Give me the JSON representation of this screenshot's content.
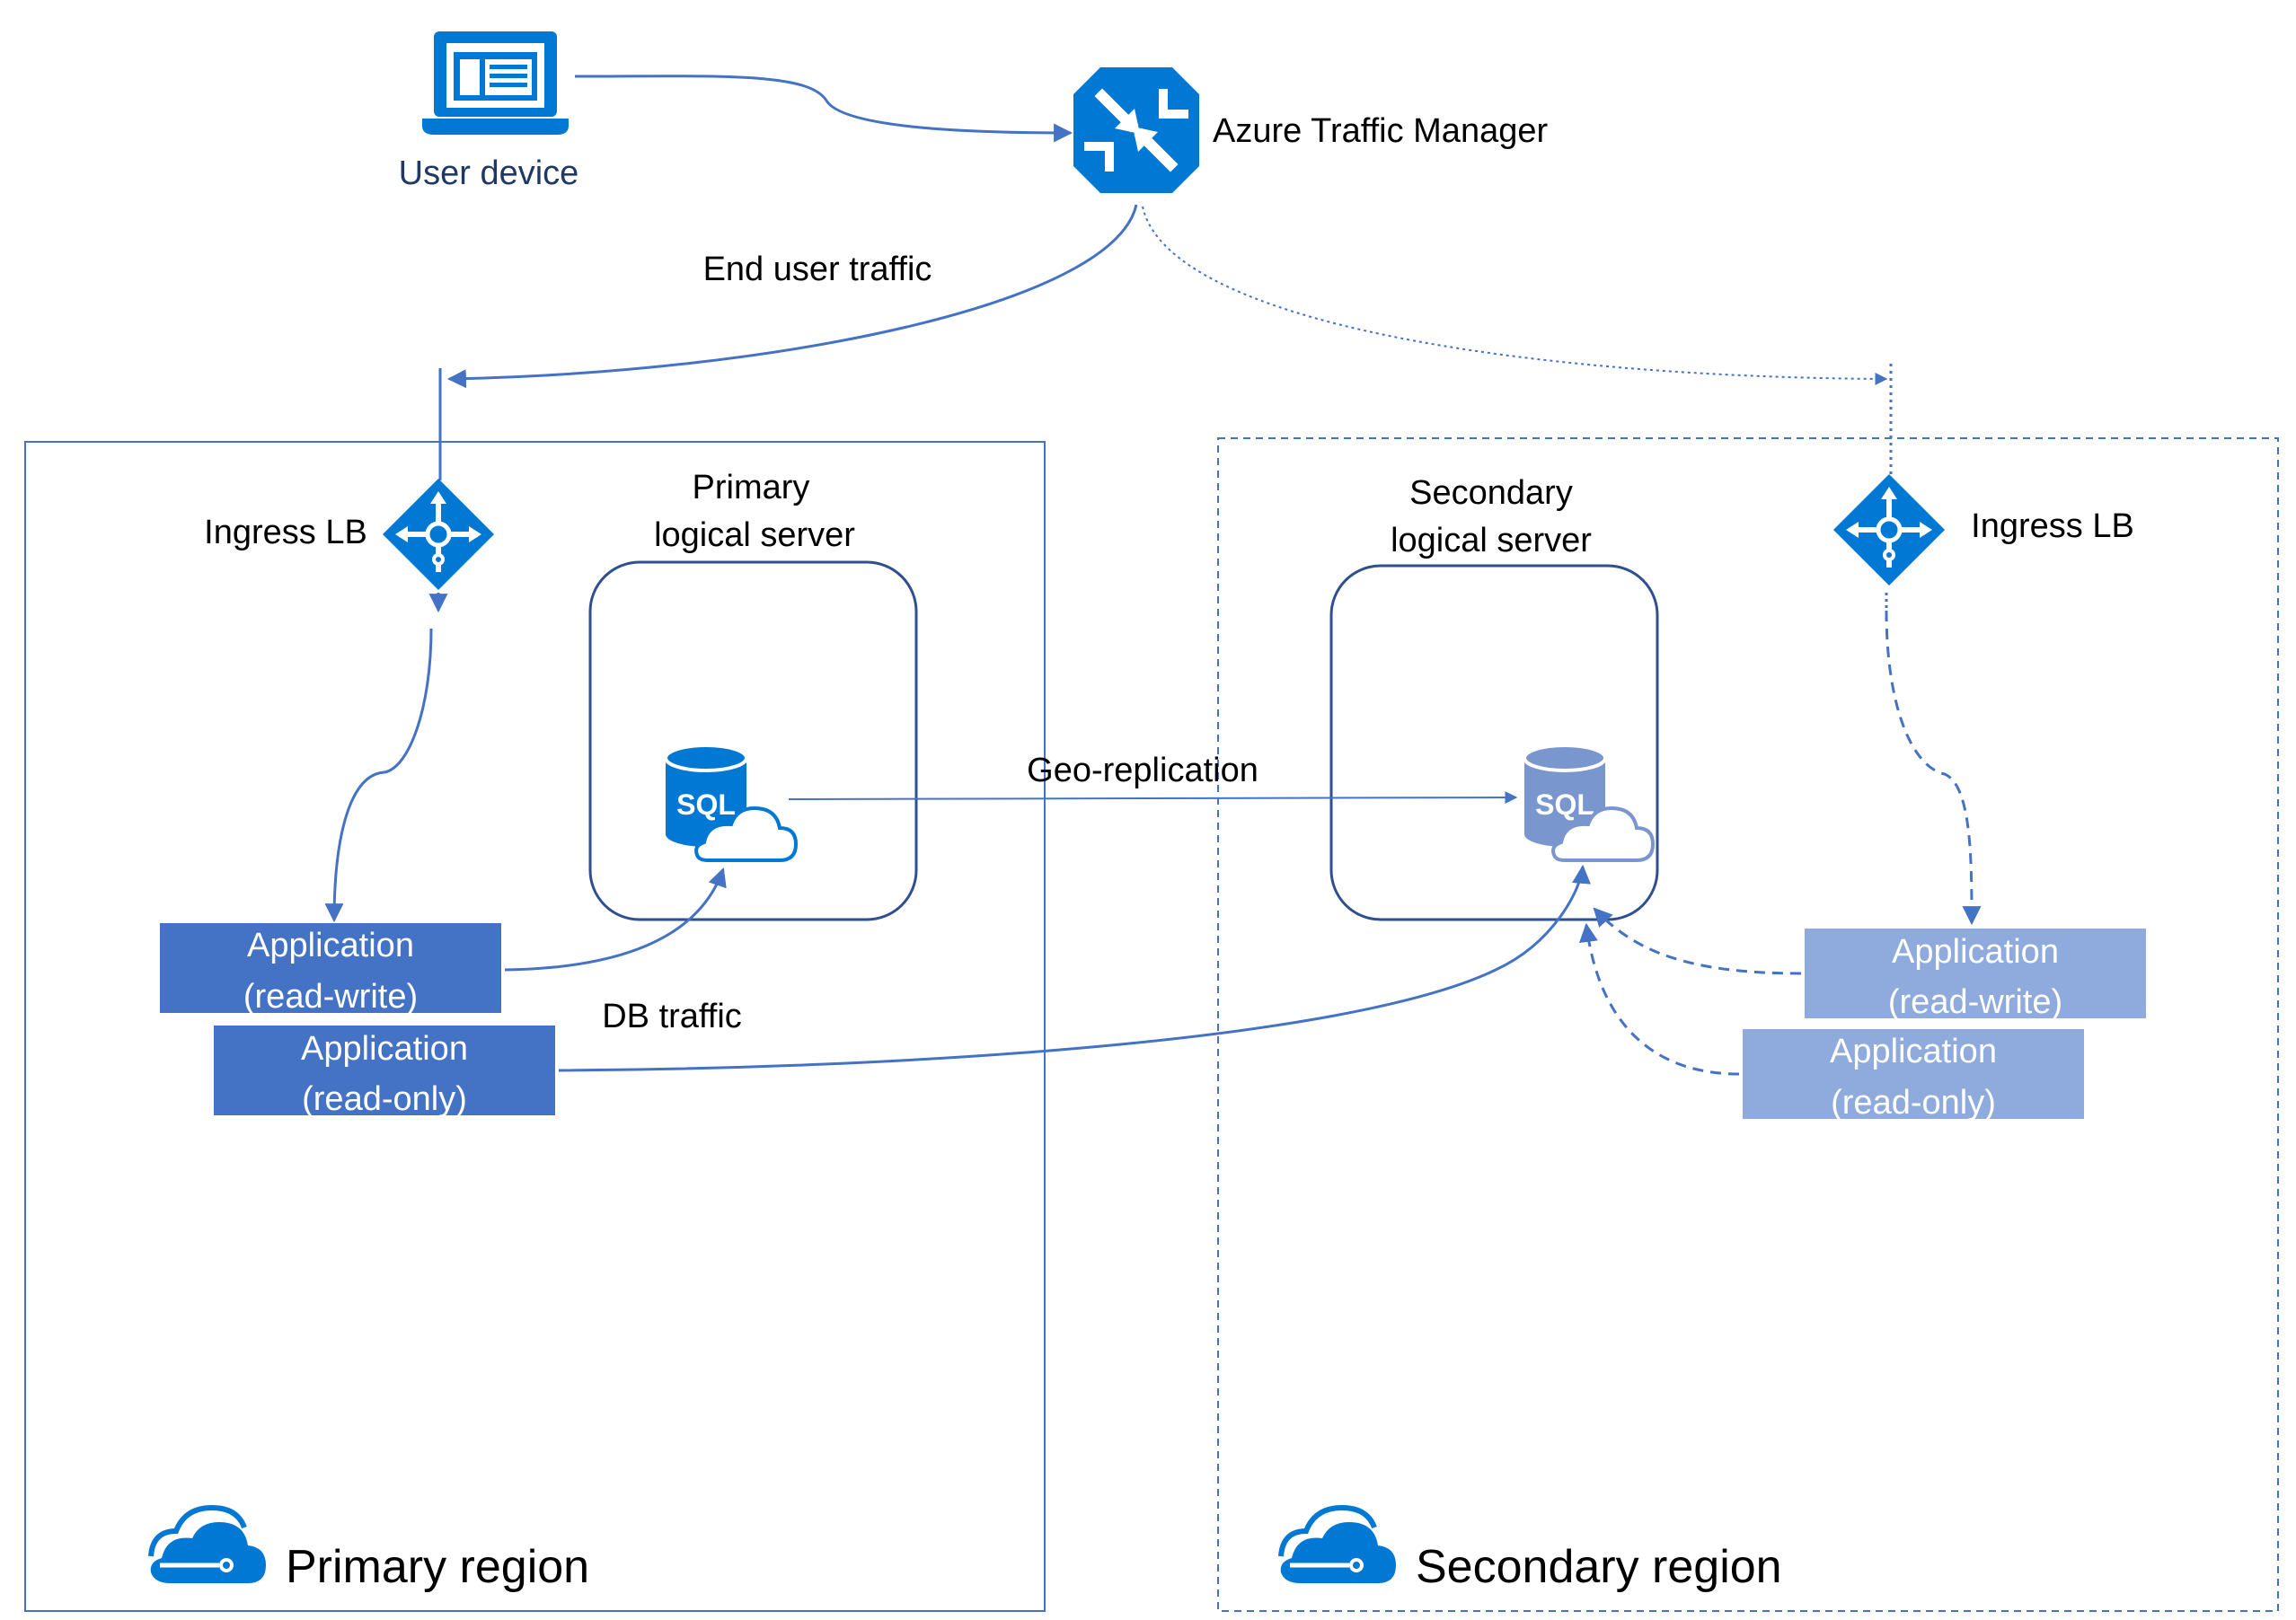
{
  "nodes": {
    "user_device": {
      "label": "User device"
    },
    "traffic_manager": {
      "label": "Azure Traffic Manager"
    },
    "primary_ingress_lb": {
      "label": "Ingress LB"
    },
    "secondary_ingress_lb": {
      "label": "Ingress LB"
    },
    "primary_server": {
      "label_line1": "Primary",
      "label_line2": "logical server",
      "sql_text": "SQL"
    },
    "secondary_server": {
      "label_line1": "Secondary",
      "label_line2": "logical server",
      "sql_text": "SQL"
    },
    "primary_app_rw": {
      "line1": "Application",
      "line2": "(read-write)"
    },
    "primary_app_ro": {
      "line1": "Application",
      "line2": "(read-only)"
    },
    "secondary_app_rw": {
      "line1": "Application",
      "line2": "(read-write)"
    },
    "secondary_app_ro": {
      "line1": "Application",
      "line2": "(read-only)"
    }
  },
  "edges": {
    "end_user_traffic": {
      "label": "End user traffic"
    },
    "geo_replication": {
      "label": "Geo-replication"
    },
    "db_traffic": {
      "label": "DB traffic"
    }
  },
  "regions": {
    "primary": {
      "label": "Primary region"
    },
    "secondary": {
      "label": "Secondary region"
    }
  },
  "colors": {
    "accent": "#0078D4",
    "line": "#4472C4",
    "app_primary": "#4472C4",
    "app_secondary": "#8FAADC",
    "server_border": "#2F4F8F",
    "sql_secondary": "#7A96CE"
  }
}
